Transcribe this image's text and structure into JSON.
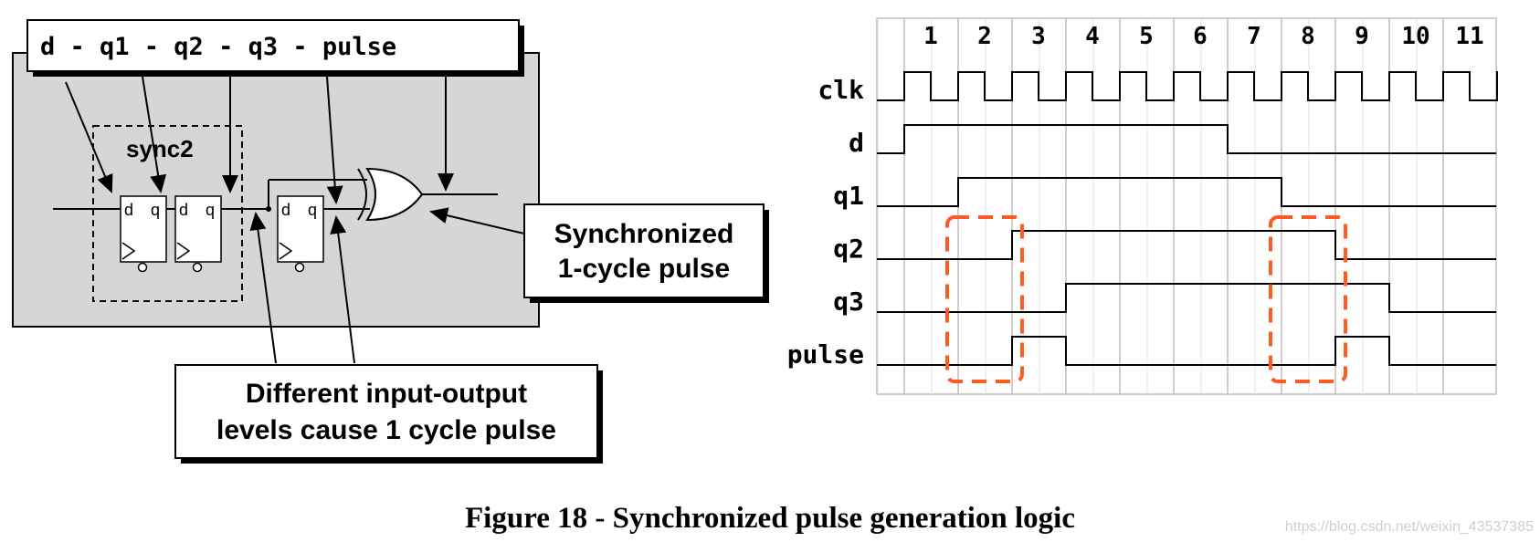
{
  "schematic": {
    "signal_chain": "d - q1 - q2 - q3 - pulse",
    "sync_block_label": "sync2",
    "ff_port_d": "d",
    "ff_port_q": "q",
    "output_callout": [
      "Synchronized",
      "1-cycle pulse"
    ],
    "level_callout": [
      "Different input-output",
      "levels cause 1 cycle pulse"
    ]
  },
  "timing": {
    "cycles": [
      "1",
      "2",
      "3",
      "4",
      "5",
      "6",
      "7",
      "8",
      "9",
      "10",
      "11"
    ],
    "signals": [
      {
        "name": "clk",
        "type": "clock"
      },
      {
        "name": "d",
        "levels": [
          1,
          1,
          1,
          1,
          1,
          1,
          0,
          0,
          0,
          0,
          0,
          0
        ]
      },
      {
        "name": "q1",
        "levels": [
          0,
          1,
          1,
          1,
          1,
          1,
          1,
          0,
          0,
          0,
          0,
          0
        ]
      },
      {
        "name": "q2",
        "levels": [
          0,
          0,
          1,
          1,
          1,
          1,
          1,
          1,
          0,
          0,
          0,
          0
        ]
      },
      {
        "name": "q3",
        "levels": [
          0,
          0,
          0,
          1,
          1,
          1,
          1,
          1,
          1,
          0,
          0,
          0
        ]
      },
      {
        "name": "pulse",
        "levels": [
          0,
          0,
          1,
          0,
          0,
          0,
          0,
          0,
          1,
          0,
          0,
          0
        ]
      }
    ],
    "highlight_cycles": [
      "3",
      "9"
    ],
    "highlight_color": "#ff5a1f"
  },
  "caption": "Figure 18 - Synchronized pulse generation logic",
  "watermark": "https://blog.csdn.net/weixin_43537385"
}
